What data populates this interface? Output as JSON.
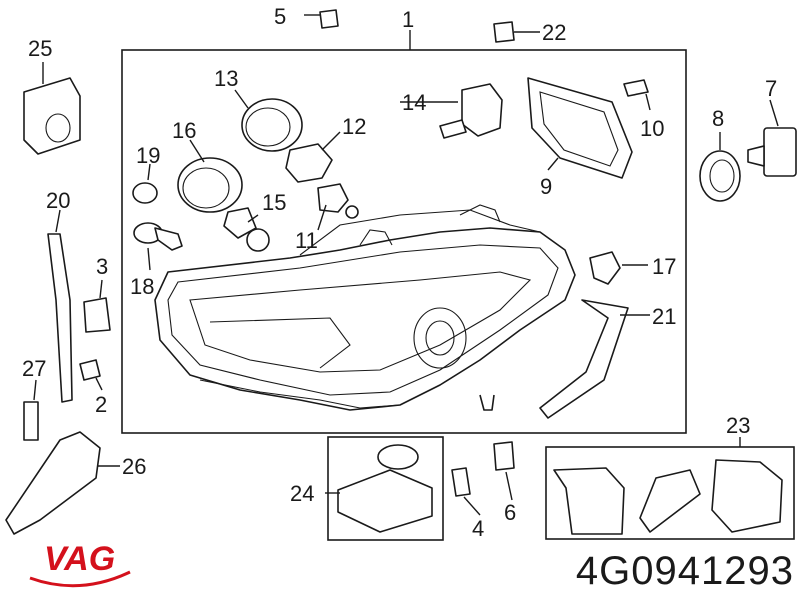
{
  "brand": {
    "name": "VAG",
    "color": "#d4111c"
  },
  "part_number": "4G0941293",
  "callouts": [
    "1",
    "2",
    "3",
    "4",
    "5",
    "6",
    "7",
    "8",
    "9",
    "10",
    "11",
    "12",
    "13",
    "14",
    "15",
    "16",
    "17",
    "18",
    "19",
    "20",
    "21",
    "22",
    "23",
    "24",
    "25",
    "26",
    "27"
  ]
}
